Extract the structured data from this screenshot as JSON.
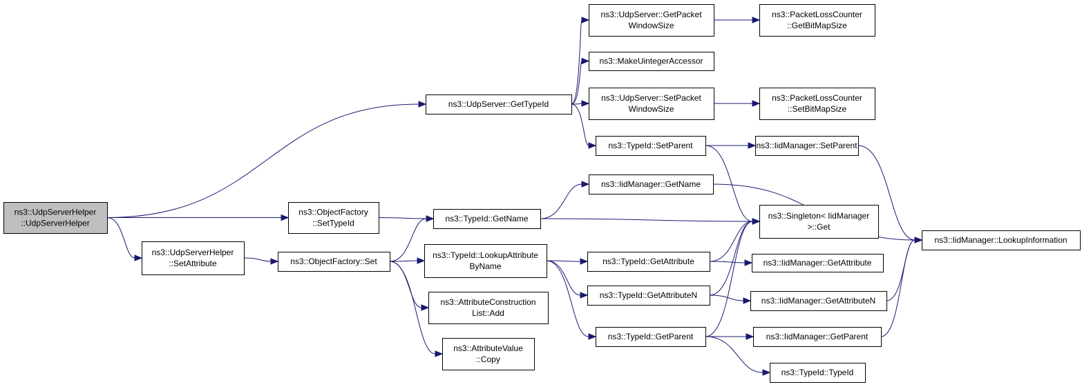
{
  "colors": {
    "edge": "#191970",
    "node_border": "#000000",
    "node_fill": "#ffffff",
    "root_fill": "#bfbfbf"
  },
  "nodes": [
    {
      "id": "n0",
      "lines": [
        "ns3::UdpServerHelper",
        "::UdpServerHelper"
      ]
    },
    {
      "id": "n1",
      "lines": [
        "ns3::UdpServer::GetTypeId"
      ]
    },
    {
      "id": "n2",
      "lines": [
        "ns3::ObjectFactory",
        "::SetTypeId"
      ]
    },
    {
      "id": "n3",
      "lines": [
        "ns3::UdpServerHelper",
        "::SetAttribute"
      ]
    },
    {
      "id": "n4",
      "lines": [
        "ns3::UdpServer::GetPacket",
        "WindowSize"
      ]
    },
    {
      "id": "n5",
      "lines": [
        "ns3::MakeUintegerAccessor"
      ]
    },
    {
      "id": "n6",
      "lines": [
        "ns3::UdpServer::SetPacket",
        "WindowSize"
      ]
    },
    {
      "id": "n7",
      "lines": [
        "ns3::TypeId::SetParent"
      ]
    },
    {
      "id": "n8",
      "lines": [
        "ns3::PacketLossCounter",
        "::GetBitMapSize"
      ]
    },
    {
      "id": "n9",
      "lines": [
        "ns3::PacketLossCounter",
        "::SetBitMapSize"
      ]
    },
    {
      "id": "n10",
      "lines": [
        "ns3::IidManager::SetParent"
      ]
    },
    {
      "id": "n11",
      "lines": [
        "ns3::Singleton< IidManager",
        ">::Get"
      ]
    },
    {
      "id": "n12",
      "lines": [
        "ns3::IidManager::LookupInformation"
      ]
    },
    {
      "id": "n13",
      "lines": [
        "ns3::TypeId::GetName"
      ]
    },
    {
      "id": "n14",
      "lines": [
        "ns3::IidManager::GetName"
      ]
    },
    {
      "id": "n15",
      "lines": [
        "ns3::ObjectFactory::Set"
      ]
    },
    {
      "id": "n16",
      "lines": [
        "ns3::TypeId::LookupAttribute",
        "ByName"
      ]
    },
    {
      "id": "n17",
      "lines": [
        "ns3::AttributeConstruction",
        "List::Add"
      ]
    },
    {
      "id": "n18",
      "lines": [
        "ns3::AttributeValue",
        "::Copy"
      ]
    },
    {
      "id": "n19",
      "lines": [
        "ns3::TypeId::GetAttribute"
      ]
    },
    {
      "id": "n20",
      "lines": [
        "ns3::TypeId::GetAttributeN"
      ]
    },
    {
      "id": "n21",
      "lines": [
        "ns3::TypeId::GetParent"
      ]
    },
    {
      "id": "n22",
      "lines": [
        "ns3::IidManager::GetAttribute"
      ]
    },
    {
      "id": "n23",
      "lines": [
        "ns3::IidManager::GetAttributeN"
      ]
    },
    {
      "id": "n24",
      "lines": [
        "ns3::IidManager::GetParent"
      ]
    },
    {
      "id": "n25",
      "lines": [
        "ns3::TypeId::TypeId"
      ]
    }
  ],
  "edges": [
    [
      "n0",
      "n1"
    ],
    [
      "n0",
      "n2"
    ],
    [
      "n0",
      "n3"
    ],
    [
      "n1",
      "n4"
    ],
    [
      "n1",
      "n5"
    ],
    [
      "n1",
      "n6"
    ],
    [
      "n1",
      "n7"
    ],
    [
      "n4",
      "n8"
    ],
    [
      "n6",
      "n9"
    ],
    [
      "n7",
      "n10"
    ],
    [
      "n7",
      "n11"
    ],
    [
      "n10",
      "n12"
    ],
    [
      "n2",
      "n13"
    ],
    [
      "n13",
      "n14"
    ],
    [
      "n13",
      "n11"
    ],
    [
      "n14",
      "n12"
    ],
    [
      "n3",
      "n15"
    ],
    [
      "n15",
      "n13"
    ],
    [
      "n15",
      "n16"
    ],
    [
      "n15",
      "n17"
    ],
    [
      "n15",
      "n18"
    ],
    [
      "n16",
      "n19"
    ],
    [
      "n16",
      "n20"
    ],
    [
      "n16",
      "n21"
    ],
    [
      "n19",
      "n11"
    ],
    [
      "n19",
      "n22"
    ],
    [
      "n20",
      "n11"
    ],
    [
      "n20",
      "n23"
    ],
    [
      "n23",
      "n12"
    ],
    [
      "n21",
      "n11"
    ],
    [
      "n21",
      "n24"
    ],
    [
      "n21",
      "n25"
    ],
    [
      "n24",
      "n12"
    ]
  ]
}
